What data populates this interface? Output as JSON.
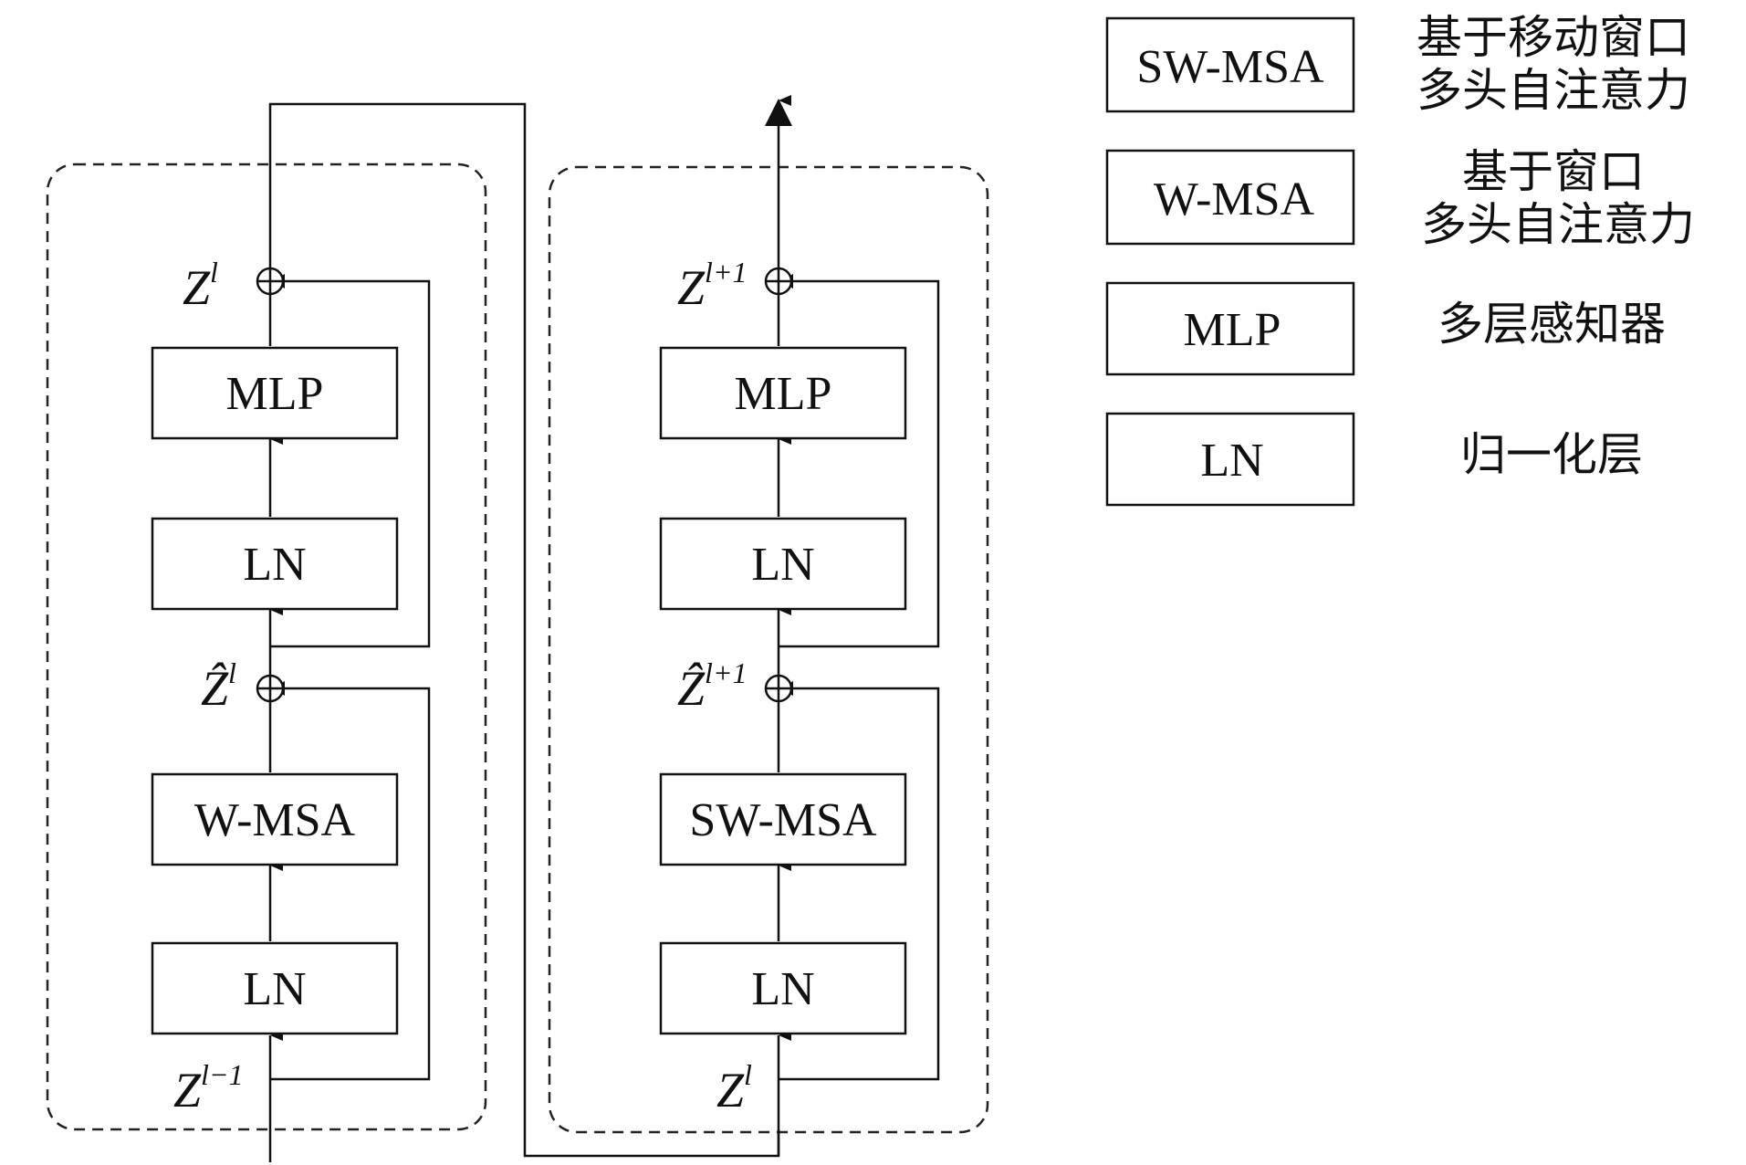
{
  "block1": {
    "boxes": [
      "LN",
      "W-MSA",
      "LN",
      "MLP"
    ],
    "input_label": {
      "base": "Z",
      "sup": "l−1"
    },
    "mid_label": {
      "base": "Ẑ",
      "sup": "l"
    },
    "output_label": {
      "base": "Z",
      "sup": "l"
    }
  },
  "block2": {
    "boxes": [
      "LN",
      "SW-MSA",
      "LN",
      "MLP"
    ],
    "input_label": {
      "base": "Z",
      "sup": "l"
    },
    "mid_label": {
      "base": "Ẑ",
      "sup": "l+1"
    },
    "output_label": {
      "base": "Z",
      "sup": "l+1"
    }
  },
  "legend": [
    {
      "abbr": "SW-MSA",
      "desc": [
        "基于移动窗口",
        "多头自注意力"
      ]
    },
    {
      "abbr": "W-MSA",
      "desc": [
        "基于窗口",
        "多头自注意力"
      ]
    },
    {
      "abbr": "MLP",
      "desc": [
        "多层感知器"
      ]
    },
    {
      "abbr": "LN",
      "desc": [
        "归一化层"
      ]
    }
  ],
  "colors": {
    "stroke": "#111111",
    "background": "#ffffff"
  },
  "icons": {
    "add": "circle-plus-icon",
    "arrow": "arrowhead-icon"
  }
}
